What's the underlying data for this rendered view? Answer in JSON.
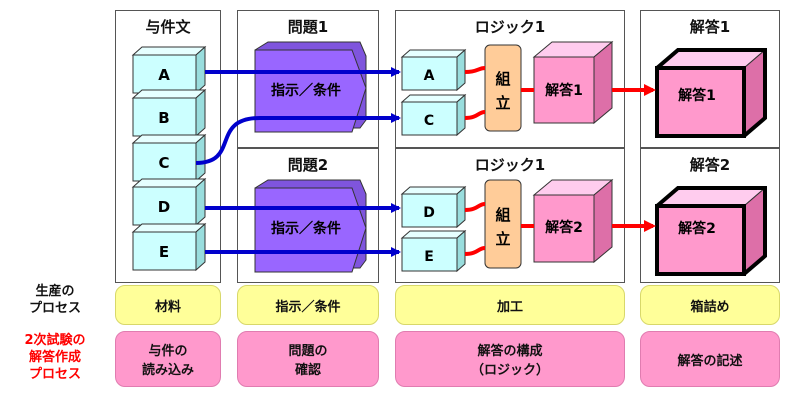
{
  "columns": {
    "col1_title": "与件文",
    "col2_top_title": "問題1",
    "col2_bottom_title": "問題2",
    "col3_top_title": "ロジック1",
    "col3_bottom_title": "ロジック1",
    "col4_top_title": "解答1",
    "col4_bottom_title": "解答2"
  },
  "inputs": [
    "A",
    "B",
    "C",
    "D",
    "E"
  ],
  "condition_label_top": "指示／条件",
  "condition_label_bottom": "指示／条件",
  "assemble_label_top": "組立",
  "assemble_label_bottom": "組立",
  "answer_label_top": "解答1",
  "answer_label_bottom": "解答2",
  "final_label_top": "解答1",
  "final_label_bottom": "解答2",
  "side_labels": {
    "production_process": "生産の\nプロセス",
    "exam_process": "2次試験の\n解答作成\nプロセス"
  },
  "production_row": [
    "材料",
    "指示／条件",
    "加工",
    "箱詰め"
  ],
  "exam_row": [
    "与件の\n読み込み",
    "問題の\n確認",
    "解答の構成\n（ロジック）",
    "解答の記述"
  ],
  "colors": {
    "cube_input": "#ccffff",
    "condition_shape": "#9966ff",
    "assemble_block": "#ffcc99",
    "answer_cube": "#ff99cc",
    "blue_arrow": "#0000cc",
    "red_arrow": "#ff0000",
    "production_band": "#ffff99",
    "exam_band": "#ff99cc",
    "exam_label_color": "#ff0000"
  }
}
